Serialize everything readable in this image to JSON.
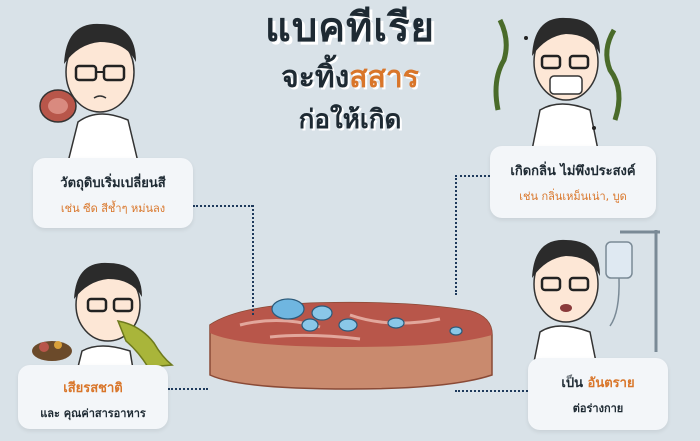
{
  "title": {
    "line1": "แบคทีเรีย",
    "line2_prefix": "จะทิ้ง",
    "line2_accent": "สสาร",
    "line3": "ก่อให้เกิด"
  },
  "cards": {
    "top_left": {
      "main": "วัตถุดิบเริ่มเปลี่ยนสี",
      "sub": "เช่น ซีด สีช้ำๆ หม่นลง"
    },
    "top_right": {
      "main": "เกิดกลิ่น ไม่พึงประสงค์",
      "sub": "เช่น กลิ่นเหม็นเน่า, บูด"
    },
    "bottom_left": {
      "main": "เสียรสชาติ",
      "sub": "และ คุณค่าสารอาหาร"
    },
    "bottom_right": {
      "main_prefix": "เป็น ",
      "main_accent": "อันตราย",
      "sub": "ต่อร่างกาย"
    }
  },
  "colors": {
    "background": "#d9e2e8",
    "accent": "#d9762a",
    "text": "#1e2a33",
    "meat": "#b8564a",
    "line": "#1e3a5c"
  }
}
